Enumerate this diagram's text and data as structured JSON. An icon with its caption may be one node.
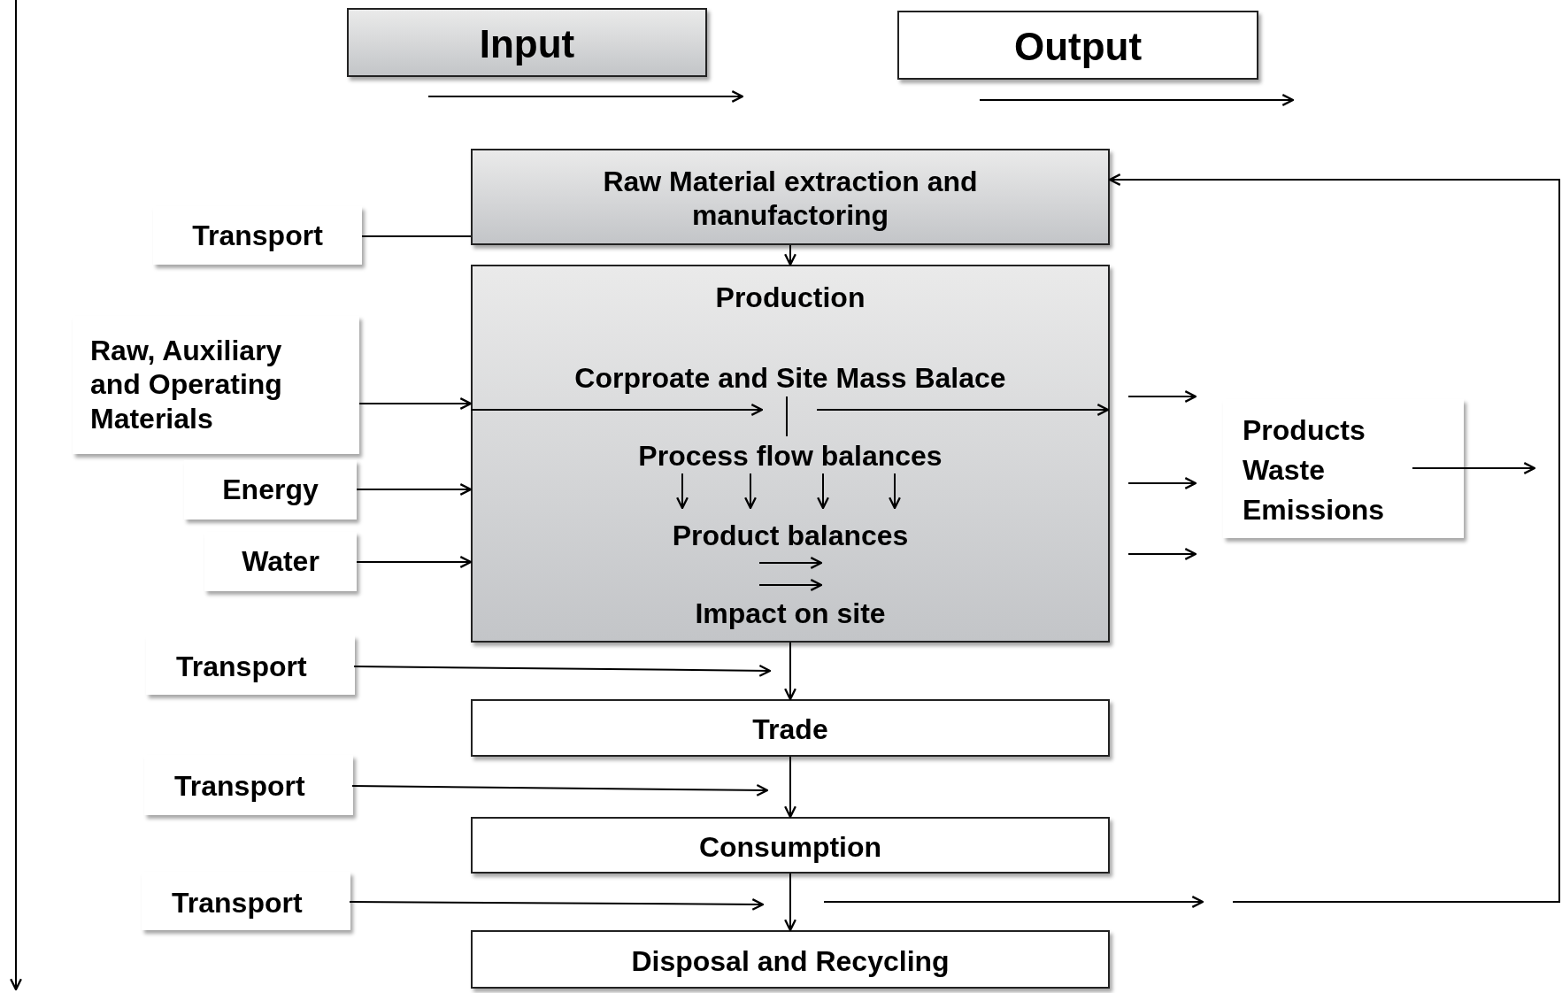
{
  "diagram": {
    "nodes": [
      {
        "text": [
          "Input"
        ]
      },
      {
        "text": [
          "Output"
        ]
      },
      {
        "text": [
          "Raw Material extraction and manufactoring"
        ]
      },
      {
        "text": [
          "Transport"
        ]
      },
      {
        "text": [
          "Production",
          "Corproate and Site Mass Balace",
          "Process flow balances",
          "Product balances",
          "Impact on site"
        ]
      },
      {
        "text": [
          "Raw, Auxiliary and Operating Materials"
        ]
      },
      {
        "text": [
          "Energy"
        ]
      },
      {
        "text": [
          "Water"
        ]
      },
      {
        "text": [
          "Products",
          "Waste",
          "Emissions"
        ]
      },
      {
        "text": [
          "Transport"
        ]
      },
      {
        "text": [
          "Trade"
        ]
      },
      {
        "text": [
          "Transport"
        ]
      },
      {
        "text": [
          "Consumption"
        ]
      },
      {
        "text": [
          "Transport"
        ]
      },
      {
        "text": [
          "Disposal and Recycling"
        ]
      }
    ],
    "edges": [
      {
        "from": 3,
        "to": 2,
        "arrow": "none"
      },
      {
        "from": 2,
        "to": 4,
        "arrow": "to"
      },
      {
        "from": 5,
        "to": 4,
        "arrow": "to"
      },
      {
        "from": 6,
        "to": 4,
        "arrow": "to"
      },
      {
        "from": 7,
        "to": 4,
        "arrow": "to"
      },
      {
        "from": 4,
        "to": 8,
        "arrow": "to"
      },
      {
        "from": 4,
        "to": 8,
        "arrow": "to"
      },
      {
        "from": 4,
        "to": 8,
        "arrow": "to"
      },
      {
        "from": 8,
        "to": null,
        "arrow": "to"
      },
      {
        "from": 4,
        "to": 10,
        "arrow": "to"
      },
      {
        "from": 9,
        "to": 10,
        "arrow": "to"
      },
      {
        "from": 10,
        "to": 12,
        "arrow": "to"
      },
      {
        "from": 11,
        "to": 12,
        "arrow": "to"
      },
      {
        "from": 12,
        "to": 14,
        "arrow": "to"
      },
      {
        "from": 13,
        "to": 14,
        "arrow": "to"
      },
      {
        "from": null,
        "to": 2,
        "arrow": "to"
      }
    ]
  }
}
